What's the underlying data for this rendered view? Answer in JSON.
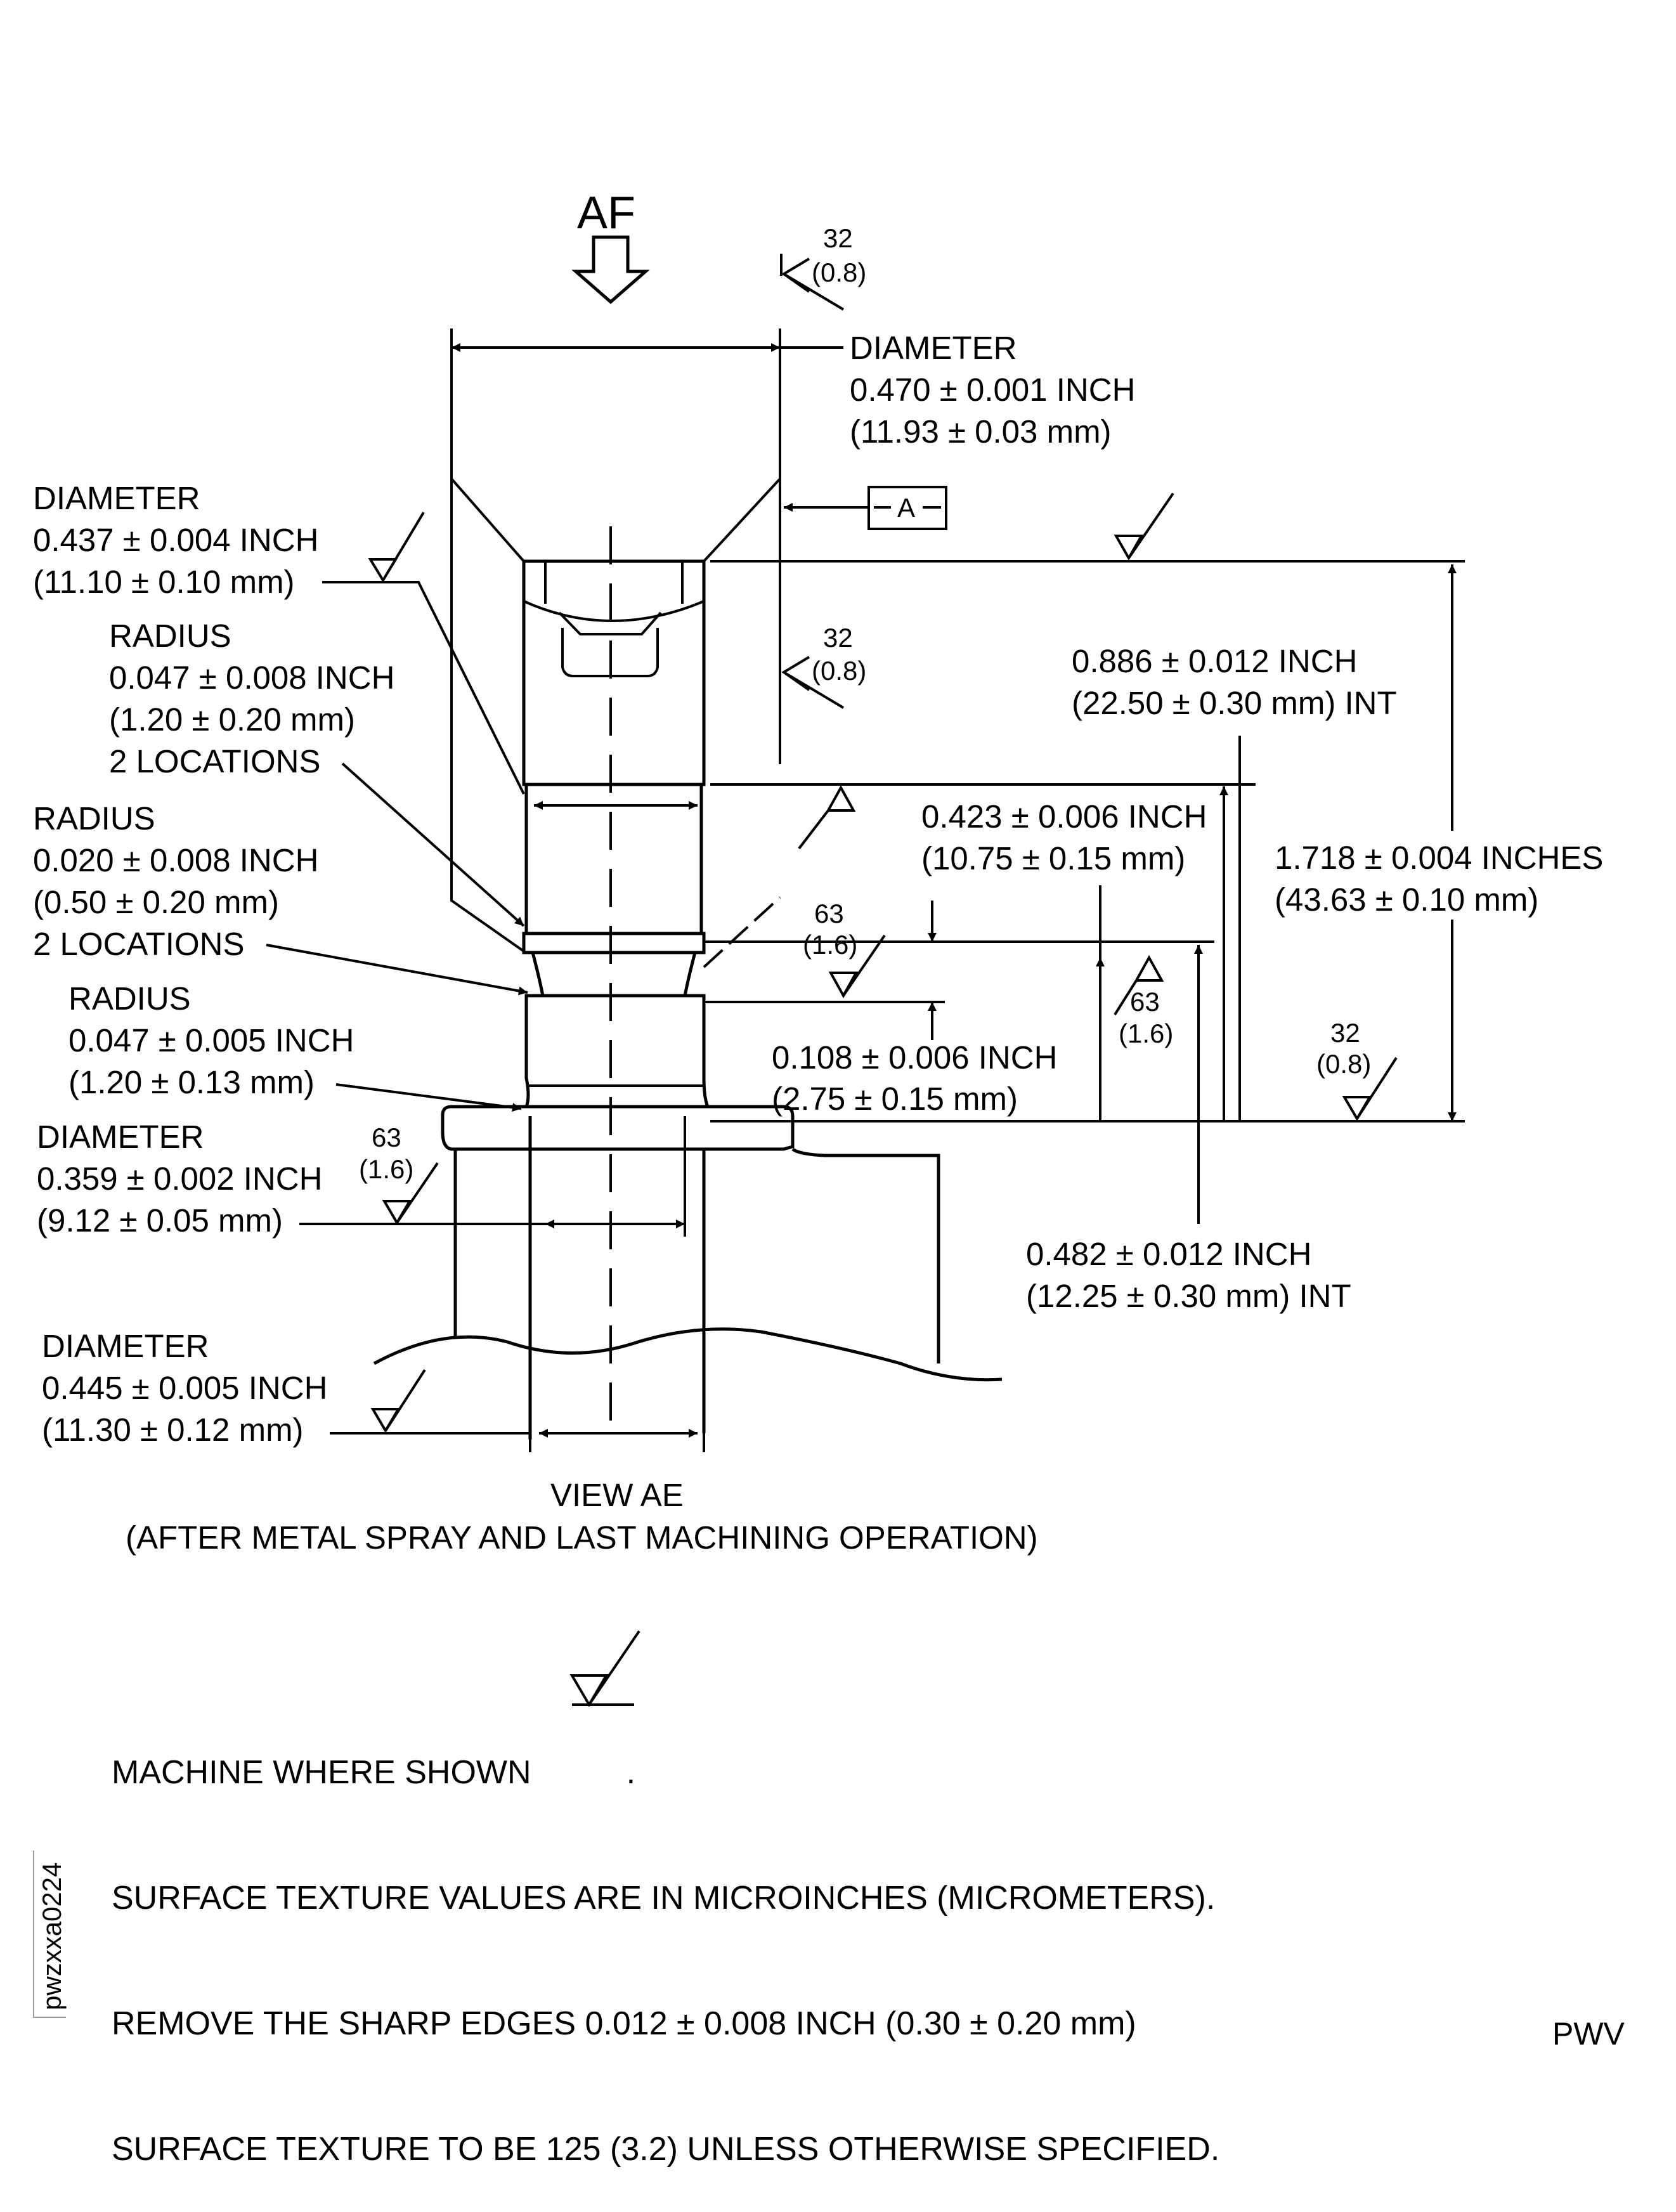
{
  "view_arrow": {
    "label": "AF"
  },
  "dimensions": {
    "d470": {
      "name": "DIAMETER",
      "inch": "0.470 ± 0.001 INCH",
      "mm": "(11.93 ± 0.03 mm)"
    },
    "d437": {
      "name": "DIAMETER",
      "inch": "0.437 ± 0.004 INCH",
      "mm": "(11.10 ± 0.10 mm)"
    },
    "r047a": {
      "name": "RADIUS",
      "inch": "0.047 ± 0.008 INCH",
      "mm": "(1.20 ± 0.20 mm)",
      "note": "2 LOCATIONS"
    },
    "r020": {
      "name": "RADIUS",
      "inch": "0.020 ± 0.008 INCH",
      "mm": "(0.50 ± 0.20 mm)",
      "note": "2 LOCATIONS"
    },
    "r047b": {
      "name": "RADIUS",
      "inch": "0.047 ± 0.005 INCH",
      "mm": "(1.20 ± 0.13 mm)"
    },
    "d359": {
      "name": "DIAMETER",
      "inch": "0.359 ± 0.002 INCH",
      "mm": "(9.12 ± 0.05 mm)"
    },
    "d445": {
      "name": "DIAMETER",
      "inch": "0.445 ± 0.005 INCH",
      "mm": "(11.30 ± 0.12 mm)"
    },
    "l886": {
      "inch": "0.886 ± 0.012 INCH",
      "mm": "(22.50 ± 0.30 mm) INT"
    },
    "l423": {
      "inch": "0.423 ± 0.006 INCH",
      "mm": "(10.75 ± 0.15 mm)"
    },
    "l1718": {
      "inch": "1.718 ± 0.004 INCHES",
      "mm": "(43.63 ± 0.10 mm)"
    },
    "l108": {
      "inch": "0.108 ± 0.006 INCH",
      "mm": "(2.75 ± 0.15 mm)"
    },
    "l482": {
      "inch": "0.482 ± 0.012 INCH",
      "mm": "(12.25 ± 0.30 mm) INT"
    }
  },
  "surface_texture": {
    "t32": {
      "value": "32",
      "metric": "(0.8)"
    },
    "t63": {
      "value": "63",
      "metric": "(1.6)"
    }
  },
  "datum": {
    "label": "A"
  },
  "view": {
    "title": "VIEW AE",
    "subtitle": "(AFTER METAL SPRAY AND LAST MACHINING OPERATION)"
  },
  "notes": {
    "machine": "MACHINE WHERE SHOWN",
    "line2": "SURFACE TEXTURE VALUES ARE IN MICROINCHES (MICROMETERS).",
    "line3": "REMOVE THE SHARP EDGES 0.012 ± 0.008 INCH (0.30 ± 0.20 mm)",
    "line4": "SURFACE TEXTURE TO BE 125 (3.2) UNLESS OTHERWISE SPECIFIED."
  },
  "figure_id": "pwzxxa0224",
  "corner_code": "PWV"
}
